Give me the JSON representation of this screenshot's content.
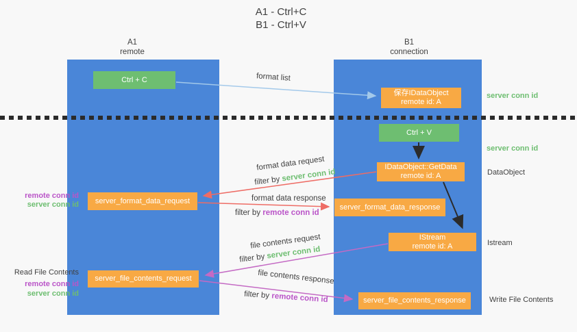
{
  "title": {
    "line1": "A1 - Ctrl+C",
    "line2": "B1 - Ctrl+V"
  },
  "lanes": {
    "a1": {
      "title": "A1",
      "subtitle": "remote"
    },
    "b1": {
      "title": "B1",
      "subtitle": "connection"
    }
  },
  "nodes": {
    "ctrl_c": {
      "label": "Ctrl + C"
    },
    "ctrl_v": {
      "label": "Ctrl + V"
    },
    "save_idataobject": {
      "line1": "保存IDataObject",
      "line2": "remote id: A"
    },
    "getdata": {
      "line1": "IDataObject::GetData",
      "line2": "remote id: A"
    },
    "istream": {
      "line1": "IStream",
      "line2": "remote id: A"
    },
    "format_request": {
      "label": "server_format_data_request"
    },
    "format_response": {
      "label": "server_format_data_response"
    },
    "file_request": {
      "label": "server_file_contents_request"
    },
    "file_response": {
      "label": "server_file_contents_response"
    }
  },
  "flow_labels": {
    "format_list": "format list",
    "format_data_request": "format data request",
    "format_data_response": "format data response",
    "file_contents_request": "file contents request",
    "file_contents_response": "file contents response",
    "filter_by": "filter by ",
    "server_conn_id": "server conn id",
    "remote_conn_id": "remote conn id"
  },
  "side_labels": {
    "server_conn_id_top": "server conn id",
    "server_conn_id_mid": "server conn id",
    "dataobject": "DataObject",
    "istream": "Istream",
    "write_file_contents": "Write File Contents",
    "read_file_contents": "Read File Contents",
    "remote_conn_id": "remote conn id",
    "server_conn_id": "server conn id"
  },
  "colors": {
    "background": "#f8f8f8",
    "lane_blue": "#4a86d8",
    "node_green": "#6ebe71",
    "node_orange": "#f8a944",
    "arrow_light_blue": "#a3c9ea",
    "arrow_red": "#ee6c65",
    "arrow_purple": "#c46ac4",
    "arrow_black": "#2b2b2b",
    "text_dark": "#3f3f3f",
    "id_green": "#6ebe71",
    "id_purple": "#ba55c8"
  }
}
